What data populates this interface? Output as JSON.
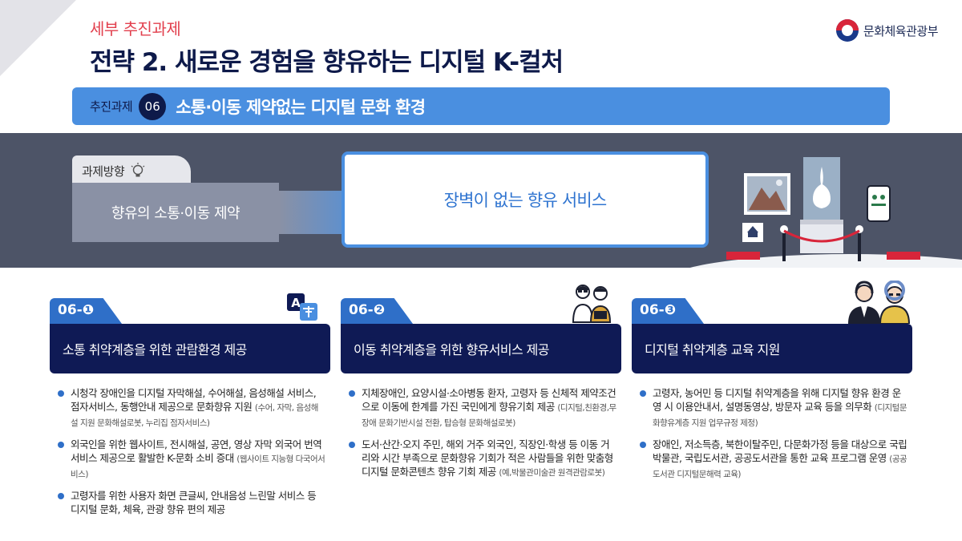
{
  "header": {
    "eyebrow": "세부 추진과제",
    "title": "전략 2. 새로운 경험을 향유하는 디지털 K-컬처",
    "ministry": "문화체육관광부"
  },
  "task": {
    "label": "추진과제",
    "number": "06",
    "title": "소통·이동 제약없는 디지털 문화 환경"
  },
  "direction": {
    "tab_label": "과제방향",
    "from": "향유의 소통·이동 제약",
    "to": "장벽이 없는 향유 서비스"
  },
  "columns": [
    {
      "tab": "06-❶",
      "heading": "소통 취약계층을 위한 관람환경 제공",
      "icon": "translate-icon",
      "bullets": [
        {
          "text": "시청각 장애인을 디지털 자막해설, 수어해설, 음성해설 서비스, 점자서비스, 동행안내 제공으로 문화향유 지원",
          "note": "(수어, 자막, 음성해설 지원 문화해설로봇, 누리집 점자서비스)"
        },
        {
          "text": "외국인을 위한 웹사이트, 전시해설, 공연, 영상 자막 외국어 번역서비스 제공으로 활발한 K-문화 소비 증대",
          "note": "(웹사이트 지능형 다국어서비스)"
        },
        {
          "text": "고령자를 위한 사용자 화면 큰글씨, 안내음성 느린말 서비스 등 디지털 문화, 체육, 관광 향유 편의 제공",
          "note": ""
        }
      ]
    },
    {
      "tab": "06-❷",
      "heading": "이동 취약계층을 위한 향유서비스 제공",
      "icon": "people-icon",
      "bullets": [
        {
          "text": "지체장애인, 요양시설·소아병동 환자, 고령자 등 신체적 제약조건으로 이동에 한계를 가진 국민에게 향유기회 제공",
          "note": "(디지털,친환경,무장애 문화기반시설 전환, 탑승형 문화해설로봇)"
        },
        {
          "text": " 도서·산간·오지 주민, 해외 거주 외국인, 직장인·학생 등 이동 거리와 시간 부족으로 문화향유 기회가 적은 사람들을 위한 맞춤형 디지털 문화콘텐츠 향유 기회 제공",
          "note": "(예,박물관미술관 원격관람로봇)"
        }
      ]
    },
    {
      "tab": "06-❸",
      "heading": "디지털 취약계층 교육 지원",
      "icon": "elderly-couple-icon",
      "bullets": [
        {
          "text": "고령자, 농어민 등 디지털 취약계층을 위해 디지털 향유 환경 운영 시 이용안내서, 설명동영상, 방문자 교육 등을 의무화",
          "note": "(디지털문화향유계층 지원 업무규정 제정)"
        },
        {
          "text": "장애인, 저소득층, 북한이탈주민, 다문화가정 등을 대상으로 국립박물관, 국립도서관, 공공도서관을 통한 교육 프로그램 운영",
          "note": "(공공도서관 디지털문해력 교육)"
        }
      ]
    }
  ],
  "colors": {
    "navy": "#0f1a55",
    "blue": "#2f6fc8",
    "light_blue": "#4a8fe0",
    "red": "#e2404e",
    "band": "#4d5467"
  }
}
